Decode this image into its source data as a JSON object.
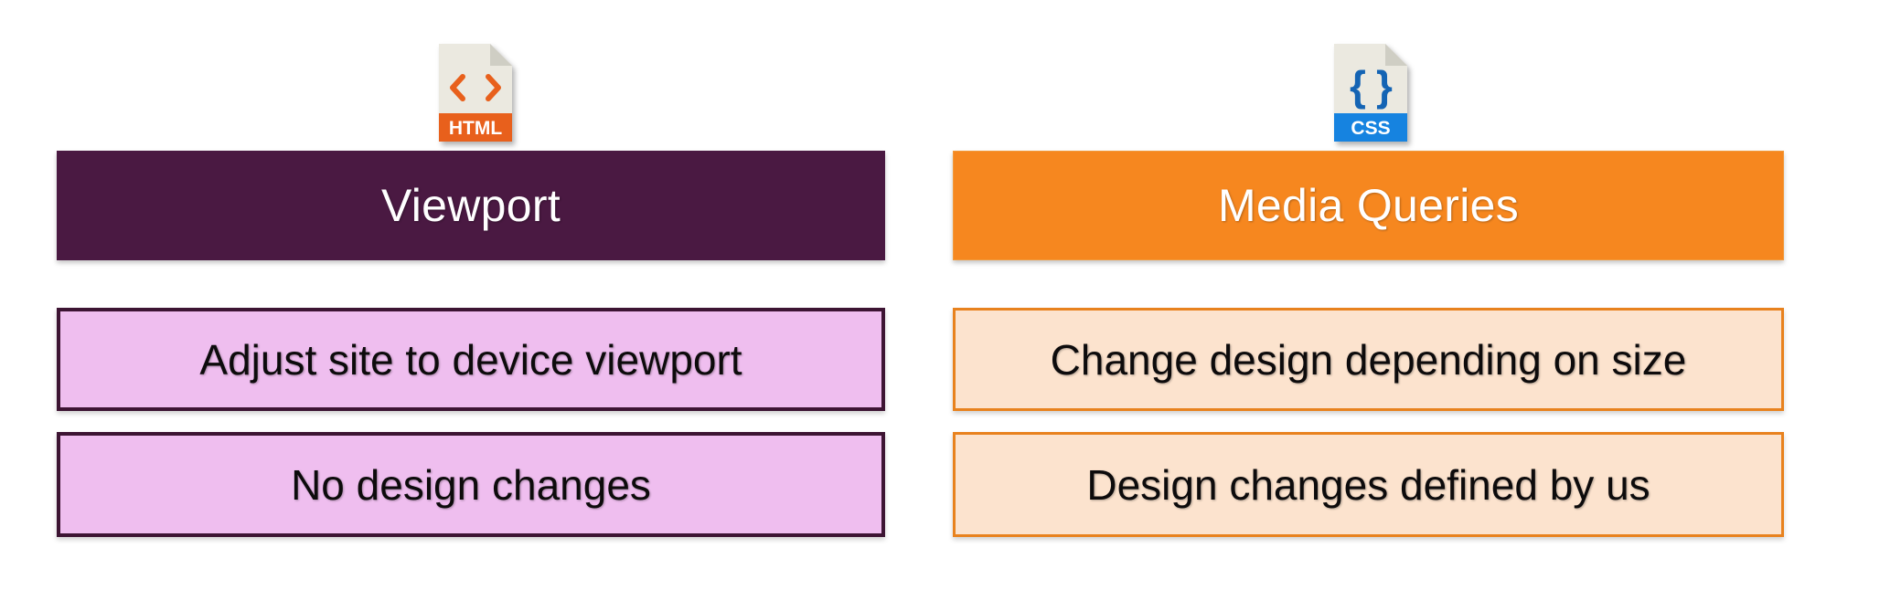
{
  "background": "#FFFFFF",
  "colors": {
    "purple_header_bg": "#4A1942",
    "orange_header_bg": "#F6871F",
    "violet_box_bg": "#EFBEEF",
    "violet_box_border": "#3D1433",
    "peach_box_bg": "#FCE3CE",
    "peach_box_border": "#E8821E",
    "header_text": "#FFFFFF",
    "body_text": "#0D0B0C",
    "html_icon_accent": "#E8601C",
    "css_icon_accent": "#1683E0",
    "icon_paper": "#EBE9E0"
  },
  "columns": [
    {
      "id": "viewport",
      "icon": {
        "name": "html-file-icon",
        "label": "HTML",
        "glyph": "< >",
        "accent": "#E8601C"
      },
      "header": {
        "label": "Viewport"
      },
      "items": [
        {
          "label": "Adjust site to device viewport"
        },
        {
          "label": "No design changes"
        }
      ]
    },
    {
      "id": "media-queries",
      "icon": {
        "name": "css-file-icon",
        "label": "CSS",
        "glyph": "{ }",
        "accent": "#1683E0"
      },
      "header": {
        "label": "Media Queries"
      },
      "items": [
        {
          "label": "Change design depending on size"
        },
        {
          "label": "Design changes defined by us"
        }
      ]
    }
  ]
}
